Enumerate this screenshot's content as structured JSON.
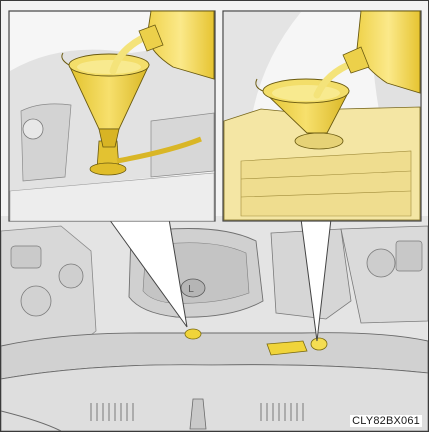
{
  "figure": {
    "code_label": "CLY82BX061"
  },
  "callouts": [
    {
      "name": "engine-oil-filler-callout"
    },
    {
      "name": "washer-fluid-filler-callout"
    }
  ],
  "colors": {
    "fluid_yellow": "#f2e46a",
    "funnel_yellow": "#e9cc35",
    "reservoir_yellow": "#f3e39a",
    "line_gray": "#6f6f6f",
    "frame_border": "#3a3a3a"
  }
}
